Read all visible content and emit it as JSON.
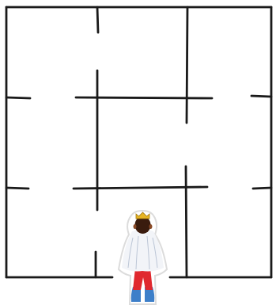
{
  "game": {
    "type": "maze",
    "colors": {
      "background": "#ffffff",
      "wall": "#1a1a1a",
      "robe": "#f2f4f8",
      "robe_shadow": "#bcc6d6",
      "skin": "#8a4a26",
      "hair": "#3a1c0e",
      "crown": "#e6b422",
      "trousers": "#e0282e",
      "boots": "#3d7fc9"
    },
    "player": {
      "icon": "prince-icon",
      "facing": "up",
      "location": "maze-entrance"
    }
  }
}
